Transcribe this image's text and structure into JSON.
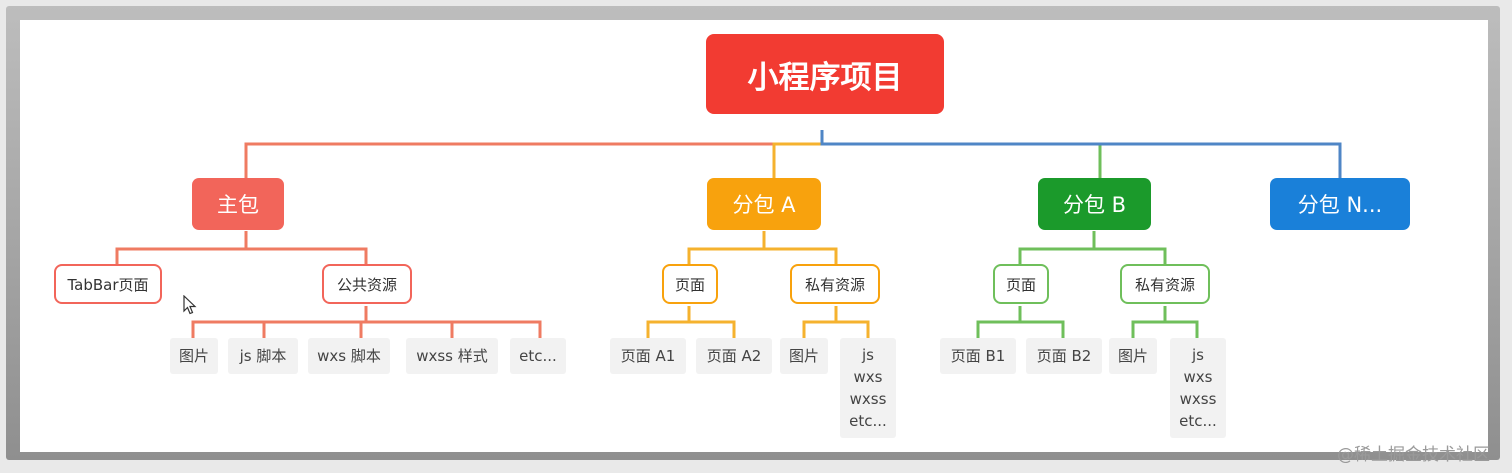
{
  "root": {
    "label": "小程序项目",
    "color": "#f23b32"
  },
  "branches": [
    {
      "id": "main",
      "label": "主包",
      "color": "#f2655a",
      "line": "#ef7b62",
      "subs": [
        {
          "label": "TabBar页面",
          "leaves": []
        },
        {
          "label": "公共资源",
          "leaves": [
            "图片",
            "js 脚本",
            "wxs 脚本",
            "wxss 样式",
            "etc..."
          ]
        }
      ]
    },
    {
      "id": "a",
      "label": "分包 A",
      "color": "#f8a20d",
      "line": "#f5b22e",
      "subs": [
        {
          "label": "页面",
          "leaves": [
            "页面 A1",
            "页面 A2"
          ]
        },
        {
          "label": "私有资源",
          "leaves": [
            "图片",
            "js\nwxs\nwxss\netc..."
          ]
        }
      ]
    },
    {
      "id": "b",
      "label": "分包 B",
      "color": "#1b9a2b",
      "line": "#6fbf5b",
      "subs": [
        {
          "label": "页面",
          "leaves": [
            "页面 B1",
            "页面 B2"
          ]
        },
        {
          "label": "私有资源",
          "leaves": [
            "图片",
            "js\nwxs\nwxss\netc..."
          ]
        }
      ]
    },
    {
      "id": "n",
      "label": "分包 N...",
      "color": "#1a80d9",
      "line": "#4f86c6",
      "subs": []
    }
  ],
  "watermark": "@稀土掘金技术社区"
}
